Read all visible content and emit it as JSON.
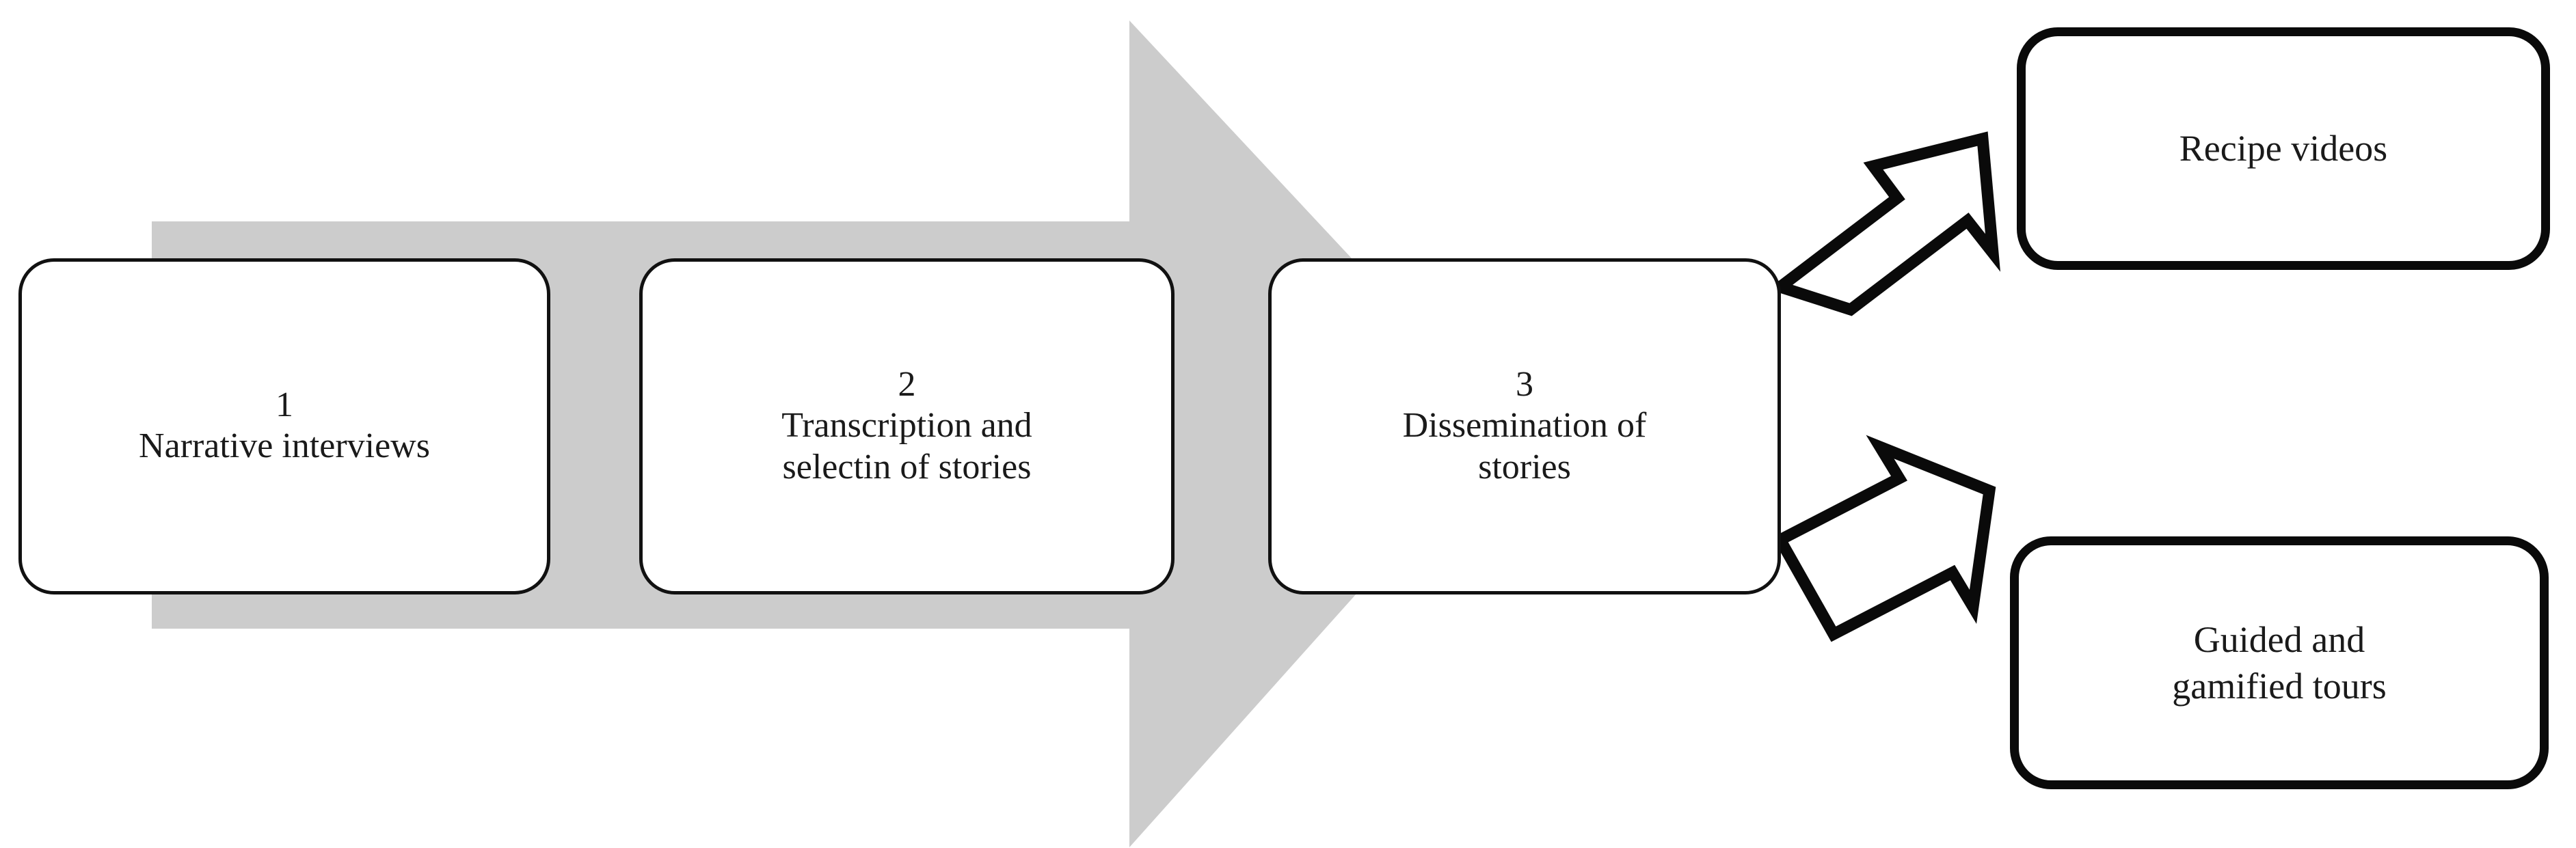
{
  "diagram": {
    "type": "process-flow",
    "colors": {
      "arrow_fill": "#cccccc",
      "box_border": "#111111",
      "box_fill": "#ffffff",
      "text": "#1a1a1a"
    },
    "process_arrow": {
      "name": "gray-process-arrow",
      "direction": "left-to-right"
    },
    "stages": [
      {
        "number": "1",
        "line1": "Narrative interviews",
        "line2": ""
      },
      {
        "number": "2",
        "line1": "Transcription and",
        "line2": "selectin of stories"
      },
      {
        "number": "3",
        "line1": "Dissemination of",
        "line2": "stories"
      }
    ],
    "outputs": [
      {
        "line1": "Recipe videos",
        "line2": ""
      },
      {
        "line1": "Guided and",
        "line2": "gamified tours"
      }
    ],
    "connectors": [
      {
        "name": "arrow-to-recipe-videos",
        "direction": "up-right"
      },
      {
        "name": "arrow-to-guided-tours",
        "direction": "down-right"
      }
    ]
  }
}
